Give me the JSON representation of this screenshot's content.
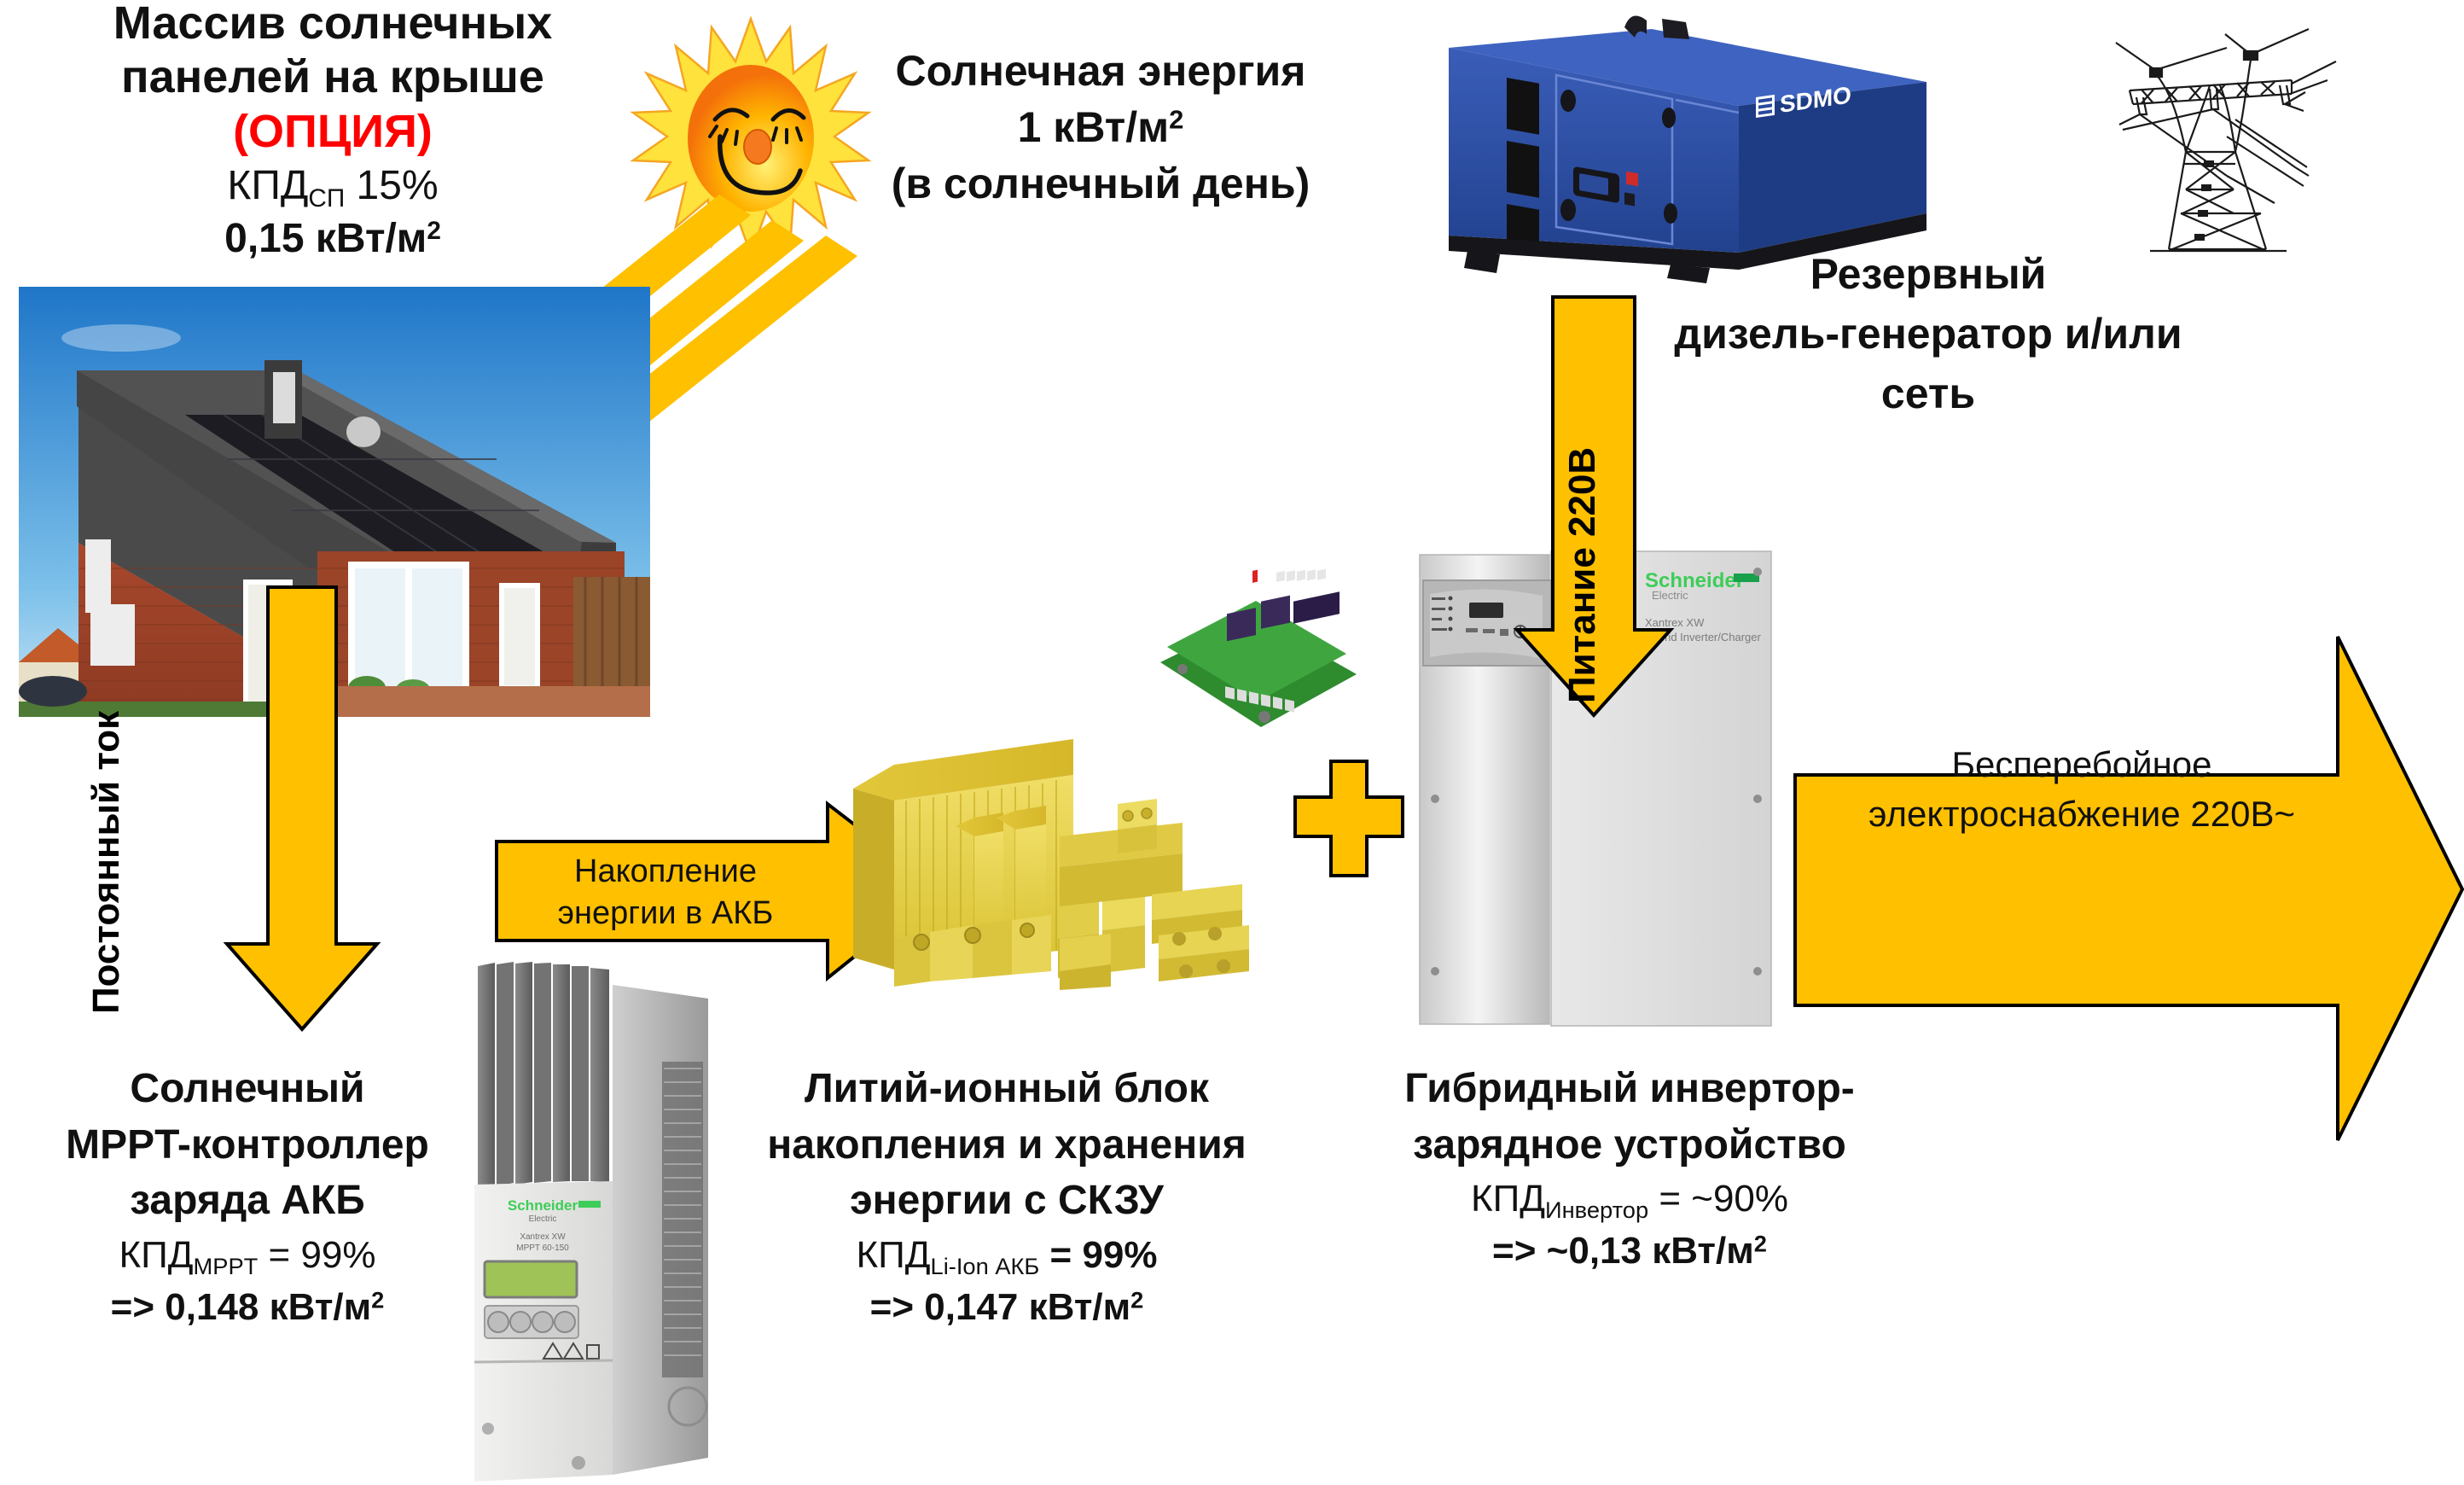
{
  "diagram": {
    "title_block": {
      "line1": "Массив солнечных",
      "line2": "панелей на крыше",
      "option": "(ОПЦИЯ)",
      "eff_prefix": "КПД",
      "eff_sub": "СП",
      "eff_value": "15%",
      "output": "0,15 кВт/м",
      "output_sup": "2"
    },
    "sun": {
      "line1": "Солнечная энергия",
      "line2": "1 кВт/м",
      "line2_sup": "2",
      "line3": "(в солнечный день)",
      "icon": "smiling-sun-icon"
    },
    "generator": {
      "caption_line1": "Резервный",
      "caption_line2": "дизель-генератор и/или",
      "caption_line3": "сеть",
      "brand": "SDMO",
      "icon": "diesel-generator-icon"
    },
    "power_tower": {
      "icon": "transmission-tower-icon"
    },
    "arrows": {
      "dc": "Постоянный ток",
      "mains": "Питание 220В",
      "storage_line1": "Накопление",
      "storage_line2": "энергии в АКБ",
      "output_line1": "Бесперебойное",
      "output_line2": "электроснабжение 220В~",
      "plus_symbol": "+"
    },
    "mppt": {
      "head_line1": "Солнечный",
      "head_line2": "MPPT-контроллер",
      "head_line3": "заряда АКБ",
      "eff_prefix": "КПД",
      "eff_sub": "MPPT",
      "eff_value": "= 99%",
      "output": "=> 0,148 кВт/м",
      "output_sup": "2",
      "brand": "Schneider",
      "brand_sub": "Electric",
      "model_line1": "Xantrex XW",
      "model_line2": "MPPT 60-150"
    },
    "battery": {
      "head_line1": "Литий-ионный блок",
      "head_line2": "накопления и хранения",
      "head_line3": "энергии с СКЗУ",
      "eff_prefix": "КПД",
      "eff_sub": "Li-Ion АКБ",
      "eff_value": "= 99%",
      "output": "=> 0,147 кВт/м",
      "output_sup": "2",
      "icon": "lithium-ion-cells-icon",
      "bms_icon": "bms-pcb-icon"
    },
    "inverter": {
      "head_line1": "Гибридный инвертор-",
      "head_line2": "зарядное устройство",
      "eff_prefix": "КПД",
      "eff_sub": "Инвертор",
      "eff_value": "= ~90%",
      "output": "=> ~0,13 кВт/м",
      "output_sup": "2",
      "brand": "Schneider",
      "brand_sub": "Electric",
      "model_line1": "Xantrex XW",
      "model_line2": "Hybrid Inverter/Charger"
    },
    "colors": {
      "arrow_yellow": "#FFC000",
      "option_red": "#FF0000",
      "text_black": "#111111",
      "schneider_green": "#3DCD58",
      "generator_blue": "#2B4EA2"
    }
  }
}
